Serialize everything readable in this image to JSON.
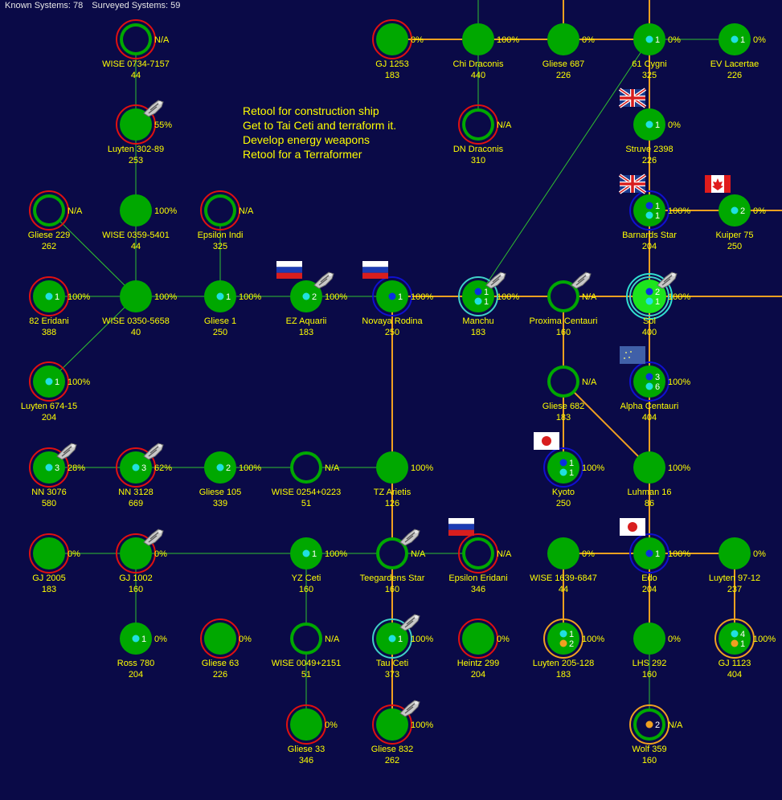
{
  "header": {
    "known_label": "Known Systems: 78",
    "surveyed_label": "Surveyed Systems: 59"
  },
  "goals": [
    "Retool for construction ship",
    "Get to Tai Ceti and terraform it.",
    "Develop energy weapons",
    "Retool for a Terraformer"
  ],
  "colors": {
    "background": "#0a0a47",
    "star": "#00a800",
    "home_star": "#1de51d",
    "ring_red": "#e01010",
    "ring_blue": "#1010d0",
    "ring_cyan": "#40d0c8",
    "ring_orange": "#f0a020",
    "jump_orange": "#f0a020",
    "jump_green": "#30c030",
    "label": "#ffff00",
    "header_text": "#e6e6e6"
  },
  "systems": [
    {
      "id": "wise0734",
      "name": "WISE 0734-7157",
      "pop": "44",
      "ring": "red",
      "pct": "N/A",
      "hollow": true
    },
    {
      "id": "luyten30289",
      "name": "Luyten 302-89",
      "pop": "253",
      "ring": "red",
      "pct": "55%",
      "ship": true
    },
    {
      "id": "wise0359",
      "name": "WISE 0359-5401",
      "pop": "44",
      "pct": "100%"
    },
    {
      "id": "gliese229",
      "name": "Gliese 229",
      "pop": "262",
      "ring": "red",
      "pct": "N/A",
      "hollow": true
    },
    {
      "id": "epsindi",
      "name": "Epsilon Indi",
      "pop": "325",
      "ring": "red",
      "pct": "N/A",
      "hollow": true
    },
    {
      "id": "eridani82",
      "name": "82 Eridani",
      "pop": "388",
      "ring": "red",
      "pct": "100%",
      "cyan": "1"
    },
    {
      "id": "wise0350",
      "name": "WISE 0350-5658",
      "pop": "40",
      "pct": "100%"
    },
    {
      "id": "gliese1",
      "name": "Gliese 1",
      "pop": "250",
      "pct": "100%",
      "cyan": "1"
    },
    {
      "id": "ezaquarii",
      "name": "EZ Aquarii",
      "pop": "183",
      "pct": "100%",
      "cyan": "2",
      "ship": true,
      "flag": "russia"
    },
    {
      "id": "novaya",
      "name": "Novaya Rodina",
      "pop": "250",
      "ring": "blue",
      "pct": "100%",
      "blue": "1",
      "flag": "russia"
    },
    {
      "id": "manchu",
      "name": "Manchu",
      "pop": "183",
      "ring": "cyan",
      "pct": "100%",
      "blue": "1",
      "cyan": "1",
      "ship": true
    },
    {
      "id": "proxima",
      "name": "Proxima Centauri",
      "pop": "160",
      "pct": "N/A",
      "hollow": true,
      "ship": true
    },
    {
      "id": "sol",
      "name": "Sol",
      "pop": "400",
      "ring": "cyan",
      "pct": "100%",
      "home": true,
      "blue": "2",
      "cyan": "1",
      "ship": true
    },
    {
      "id": "luyten67415",
      "name": "Luyten 674-15",
      "pop": "204",
      "ring": "red",
      "pct": "100%",
      "cyan": "1"
    },
    {
      "id": "gj1253",
      "name": "GJ 1253",
      "pop": "183",
      "ring": "red",
      "pct": "0%"
    },
    {
      "id": "chidraconis",
      "name": "Chi Draconis",
      "pop": "440",
      "pct": "100%"
    },
    {
      "id": "gliese687",
      "name": "Gliese 687",
      "pop": "226",
      "pct": "0%"
    },
    {
      "id": "cygni61",
      "name": "61 Cygni",
      "pop": "325",
      "pct": "0%",
      "cyan": "1"
    },
    {
      "id": "evlacertae",
      "name": "EV Lacertae",
      "pop": "226",
      "pct": "0%",
      "cyan": "1"
    },
    {
      "id": "dndraconis",
      "name": "DN Draconis",
      "pop": "310",
      "ring": "red",
      "pct": "N/A",
      "hollow": true
    },
    {
      "id": "struve2398",
      "name": "Struve 2398",
      "pop": "226",
      "pct": "0%",
      "cyan": "1",
      "flag": "uk"
    },
    {
      "id": "barnards",
      "name": "Barnards Star",
      "pop": "204",
      "ring": "blue",
      "pct": "100%",
      "blue": "1",
      "cyan": "1",
      "flag": "uk"
    },
    {
      "id": "kuiper75",
      "name": "Kuiper 75",
      "pop": "250",
      "pct": "0%",
      "cyan": "2",
      "flag": "canada"
    },
    {
      "id": "gliese682",
      "name": "Gliese 682",
      "pop": "183",
      "pct": "N/A",
      "hollow": true
    },
    {
      "id": "alphacen",
      "name": "Alpha Centauri",
      "pop": "404",
      "ring": "blue",
      "pct": "100%",
      "blue": "3",
      "cyan": "6",
      "flag": "eu"
    },
    {
      "id": "nn3076",
      "name": "NN 3076",
      "pop": "580",
      "ring": "red",
      "pct": "28%",
      "cyan": "3",
      "ship": true
    },
    {
      "id": "nn3128",
      "name": "NN 3128",
      "pop": "669",
      "ring": "red",
      "pct": "62%",
      "cyan": "3",
      "ship": true
    },
    {
      "id": "gliese105",
      "name": "Gliese 105",
      "pop": "339",
      "pct": "100%",
      "cyan": "2"
    },
    {
      "id": "wise0254",
      "name": "WISE 0254+0223",
      "pop": "51",
      "pct": "N/A",
      "hollow": true
    },
    {
      "id": "tzarietis",
      "name": "TZ Arietis",
      "pop": "126",
      "pct": "100%"
    },
    {
      "id": "kyoto",
      "name": "Kyoto",
      "pop": "250",
      "ring": "blue",
      "pct": "100%",
      "blue": "1",
      "cyan": "1",
      "flag": "japan"
    },
    {
      "id": "luhman16",
      "name": "Luhman 16",
      "pop": "86",
      "pct": "100%"
    },
    {
      "id": "gj2005",
      "name": "GJ 2005",
      "pop": "183",
      "ring": "red",
      "pct": "0%"
    },
    {
      "id": "gj1002",
      "name": "GJ 1002",
      "pop": "160",
      "ring": "red",
      "pct": "0%",
      "ship": true
    },
    {
      "id": "yzceti",
      "name": "YZ Ceti",
      "pop": "160",
      "pct": "100%",
      "cyan": "1"
    },
    {
      "id": "teegardens",
      "name": "Teegardens Star",
      "pop": "160",
      "pct": "N/A",
      "hollow": true,
      "ship": true
    },
    {
      "id": "epseridani",
      "name": "Epsilon Eridani",
      "pop": "346",
      "ring": "red",
      "pct": "N/A",
      "hollow": true,
      "flag": "russia"
    },
    {
      "id": "wise1639",
      "name": "WISE 1639-6847",
      "pop": "44",
      "pct": "0%"
    },
    {
      "id": "edo",
      "name": "Edo",
      "pop": "204",
      "ring": "blue",
      "pct": "100%",
      "blue": "1",
      "flag": "japan"
    },
    {
      "id": "luyten9712",
      "name": "Luyten 97-12",
      "pop": "237",
      "pct": "0%"
    },
    {
      "id": "ross780",
      "name": "Ross 780",
      "pop": "204",
      "pct": "0%",
      "cyan": "1"
    },
    {
      "id": "gliese63",
      "name": "Gliese 63",
      "pop": "226",
      "ring": "red",
      "pct": "0%"
    },
    {
      "id": "wise0049",
      "name": "WISE 0049+2151",
      "pop": "51",
      "pct": "N/A",
      "hollow": true
    },
    {
      "id": "tauceti",
      "name": "Tau Ceti",
      "pop": "373",
      "ring": "cyan",
      "pct": "100%",
      "cyan": "1",
      "ship": true
    },
    {
      "id": "heintz299",
      "name": "Heintz 299",
      "pop": "204",
      "ring": "red",
      "pct": "0%"
    },
    {
      "id": "luyten205",
      "name": "Luyten 205-128",
      "pop": "183",
      "ring": "orange",
      "pct": "100%",
      "cyan": "1",
      "orange": "2"
    },
    {
      "id": "lhs292",
      "name": "LHS 292",
      "pop": "160",
      "pct": "0%"
    },
    {
      "id": "gj1123",
      "name": "GJ 1123",
      "pop": "404",
      "ring": "orange",
      "pct": "100%",
      "cyan": "4",
      "orange": "1"
    },
    {
      "id": "gliese33",
      "name": "Gliese 33",
      "pop": "346",
      "ring": "red",
      "pct": "0%"
    },
    {
      "id": "gliese832",
      "name": "Gliese 832",
      "pop": "262",
      "ring": "red",
      "pct": "100%",
      "ship": true
    },
    {
      "id": "wolf359",
      "name": "Wolf 359",
      "pop": "160",
      "ring": "orange",
      "pct": "N/A",
      "orange": "2",
      "hollow": true
    }
  ],
  "links": [
    [
      "wise0734",
      "luyten30289",
      "green"
    ],
    [
      "luyten30289",
      "wise0359",
      "green"
    ],
    [
      "wise0359",
      "wise0350",
      "green"
    ],
    [
      "gliese229",
      "wise0350",
      "green"
    ],
    [
      "eridani82",
      "wise0350",
      "green"
    ],
    [
      "luyten67415",
      "wise0350",
      "green"
    ],
    [
      "wise0350",
      "gliese1",
      "green"
    ],
    [
      "epsindi",
      "gliese1",
      "green"
    ],
    [
      "gliese1",
      "ezaquarii",
      "green"
    ],
    [
      "ezaquarii",
      "novaya",
      "green"
    ],
    [
      "novaya",
      "manchu",
      "orange"
    ],
    [
      "manchu",
      "proxima",
      "orange"
    ],
    [
      "proxima",
      "sol",
      "orange"
    ],
    [
      "sol",
      "edge_e",
      "orange"
    ],
    [
      "manchu",
      "cygni61",
      "green"
    ],
    [
      "gj1253",
      "chidraconis",
      "orange"
    ],
    [
      "chidraconis",
      "gliese687",
      "orange"
    ],
    [
      "gliese687",
      "cygni61",
      "orange"
    ],
    [
      "cygni61",
      "evlacertae",
      "green"
    ],
    [
      "chidraconis",
      "chi_n",
      "green"
    ],
    [
      "gliese687",
      "g687_n",
      "orange"
    ],
    [
      "cygni61",
      "cyg_n",
      "orange"
    ],
    [
      "chidraconis",
      "dndraconis",
      "green"
    ],
    [
      "cygni61",
      "struve2398",
      "orange"
    ],
    [
      "struve2398",
      "barnards",
      "orange"
    ],
    [
      "barnards",
      "kuiper75",
      "orange"
    ],
    [
      "kuiper75",
      "edge_e2",
      "orange"
    ],
    [
      "barnards",
      "sol",
      "orange"
    ],
    [
      "sol",
      "alphacen",
      "orange"
    ],
    [
      "proxima",
      "gliese682",
      "orange"
    ],
    [
      "gliese682",
      "kyoto",
      "orange"
    ],
    [
      "gliese682",
      "luhman16",
      "orange"
    ],
    [
      "alphacen",
      "luhman16",
      "orange"
    ],
    [
      "luhman16",
      "edo",
      "orange"
    ],
    [
      "novaya",
      "tzarietis",
      "orange"
    ],
    [
      "nn3076",
      "nn3128",
      "green"
    ],
    [
      "nn3128",
      "gliese105",
      "green"
    ],
    [
      "gliese105",
      "wise0254",
      "green"
    ],
    [
      "wise0254",
      "tzarietis",
      "green"
    ],
    [
      "tzarietis",
      "teegardens",
      "orange"
    ],
    [
      "gj2005",
      "gj1002",
      "green"
    ],
    [
      "gj1002",
      "yzceti",
      "green"
    ],
    [
      "yzceti",
      "teegardens",
      "green"
    ],
    [
      "teegardens",
      "epseridani",
      "green"
    ],
    [
      "gj1002",
      "ross780",
      "green"
    ],
    [
      "yzceti",
      "wise0049",
      "green"
    ],
    [
      "wise0049",
      "gliese33",
      "green"
    ],
    [
      "teegardens",
      "tauceti",
      "orange"
    ],
    [
      "tauceti",
      "gliese832",
      "orange"
    ],
    [
      "wise1639",
      "edo",
      "orange"
    ],
    [
      "edo",
      "luyten9712",
      "orange"
    ],
    [
      "wise1639",
      "luyten205",
      "orange"
    ],
    [
      "edo",
      "lhs292",
      "orange"
    ],
    [
      "lhs292",
      "wolf359",
      "green"
    ],
    [
      "luyten9712",
      "gj1123",
      "orange"
    ]
  ]
}
